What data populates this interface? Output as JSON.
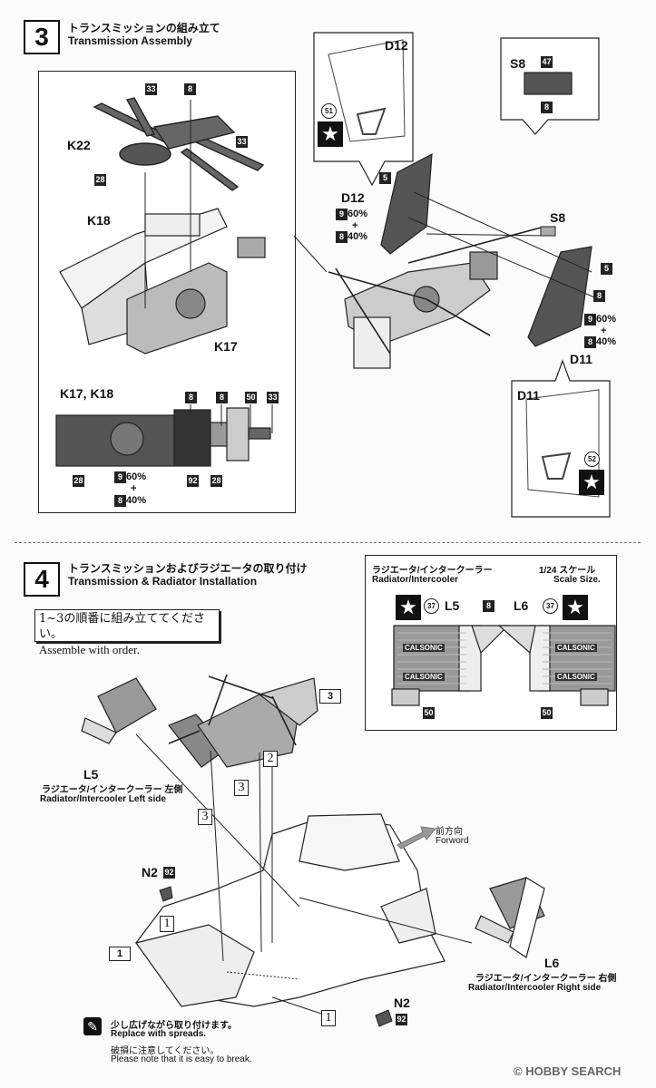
{
  "step3": {
    "number": "3",
    "title_jp": "トランスミッションの組み立て",
    "title_en": "Transmission Assembly",
    "parts": {
      "k22": "K22",
      "k18": "K18",
      "k17": "K17",
      "k17k18": "K17, K18",
      "d12_top": "D12",
      "d12_mid": "D12",
      "s8_top": "S8",
      "s8_mid": "S8",
      "d11_bot": "D11",
      "d11_mid": "D11"
    },
    "ratio_a": {
      "pct1": "60%",
      "plus": "+",
      "pct2": "40%"
    },
    "ratio_b": {
      "pct1": "60%",
      "plus": "+",
      "pct2": "40%"
    },
    "ratio_c": {
      "pct1": "60%",
      "plus": "+",
      "pct2": "40%"
    }
  },
  "step4": {
    "number": "4",
    "title_jp": "トランスミッションおよびラジエータの取り付け",
    "title_en": "Transmission & Radiator Installation",
    "note_jp": "1~3の順番に組み立ててください。",
    "note_en": "Assemble with order.",
    "inset": {
      "title_jp": "ラジエータ/インタークーラー",
      "title_en": "Radiator/Intercooler",
      "scale_jp": "1/24 スケール",
      "scale_en": "Scale Size.",
      "l5": "L5",
      "l6": "L6",
      "brand_a": "CALSONIC",
      "brand_b": "CALSONIC",
      "brand_c": "CALSONIC",
      "brand_d": "CALSONIC"
    },
    "l5_label": "L5",
    "l5_jp": "ラジエータ/インタークーラー 左側",
    "l5_en": "Radiator/Intercooler Left side",
    "l6_label": "L6",
    "l6_jp": "ラジエータ/インタークーラー 右側",
    "l6_en": "Radiator/Intercooler Right side",
    "forward_jp": "前方向",
    "forward_en": "Forword",
    "n2_a": "N2",
    "n2_b": "N2",
    "caution_jp1": "少し広げながら取り付けます。",
    "caution_en1": "Replace with spreads.",
    "caution_jp2": "破損に注意してください。",
    "caution_en2": "Please note that it is easy to break.",
    "callouts": {
      "one": "1",
      "two": "2",
      "three": "3"
    }
  },
  "watermark": "HOBBY SEARCH",
  "watermark_mark": "©",
  "icons": {
    "star": "star-icon",
    "hammer": "caution-icon"
  }
}
